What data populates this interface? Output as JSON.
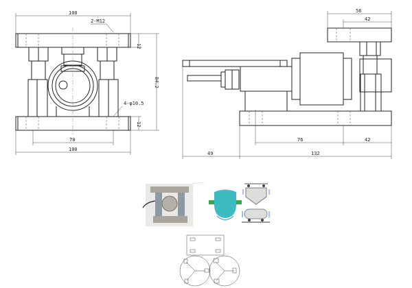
{
  "front_view": {
    "dim_width_top": "100",
    "thread_note": "2-M12",
    "dim_plate_top": "12",
    "dim_height": "84.2",
    "hole_note": "4-φ10.5",
    "dim_plate_bottom": "12",
    "dim_hole_spacing": "70",
    "dim_width_bottom": "100"
  },
  "side_view": {
    "dim_top_plate": "56",
    "dim_top_offset": "42",
    "dim_hole_spacing": "76",
    "dim_right_offset": "42",
    "dim_cable": "49",
    "dim_total_length": "132"
  },
  "colors": {
    "photo_metal": "#a9a49c",
    "tank": "#3cbcc0",
    "accent_green": "#3aa84a",
    "arrow_blue": "#3b8fd8"
  }
}
